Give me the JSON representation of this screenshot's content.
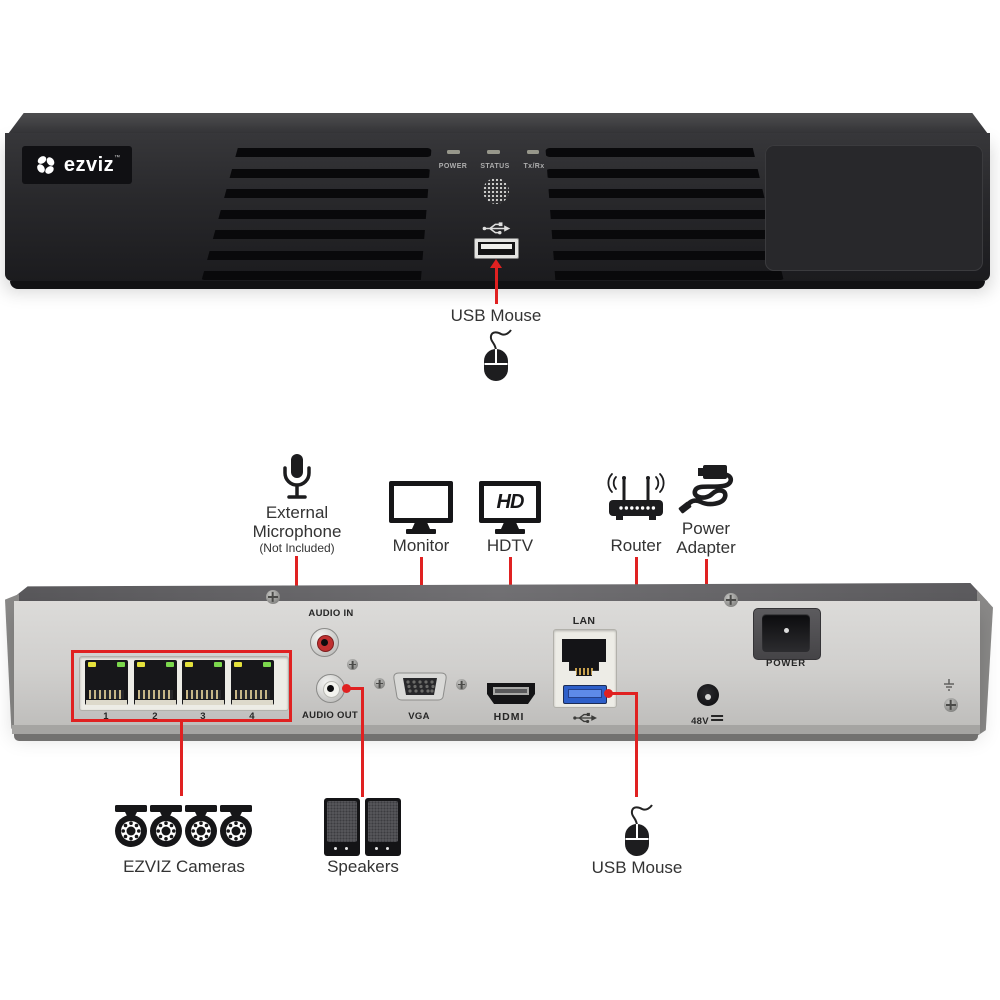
{
  "colors": {
    "accent": "#e02121",
    "front_body": "#27272a",
    "rear_face": "#d6d5d3",
    "usb3_blue": "#2e5fc9",
    "led_yellow": "#e5e23c",
    "led_green": "#7cd84d",
    "rca_red": "#c03030"
  },
  "front": {
    "brand": "ezviz",
    "brand_tm": "™",
    "indicators": [
      {
        "label": "POWER"
      },
      {
        "label": "STATUS"
      },
      {
        "label": "Tx/Rx"
      }
    ],
    "usb_callout": {
      "label": "USB Mouse"
    }
  },
  "connect_top": {
    "microphone": {
      "line1": "External",
      "line2": "Microphone",
      "note": "(Not Included)"
    },
    "monitor": {
      "label": "Monitor"
    },
    "hdtv": {
      "label": "HDTV",
      "badge": "HD"
    },
    "router": {
      "label": "Router"
    },
    "power_adapter": {
      "line1": "Power",
      "line2": "Adapter"
    }
  },
  "rear": {
    "poe_ports": {
      "numbers": [
        "1",
        "2",
        "3",
        "4"
      ]
    },
    "audio_in_label": "AUDIO IN",
    "audio_out_label": "AUDIO OUT",
    "vga_label": "VGA",
    "hdmi_label": "HDMI",
    "lan_label": "LAN",
    "power_label": "POWER",
    "dc_label": "48V"
  },
  "connect_bottom": {
    "cameras": {
      "label": "EZVIZ Cameras"
    },
    "speakers": {
      "label": "Speakers"
    },
    "usb_mouse": {
      "label": "USB Mouse"
    }
  }
}
